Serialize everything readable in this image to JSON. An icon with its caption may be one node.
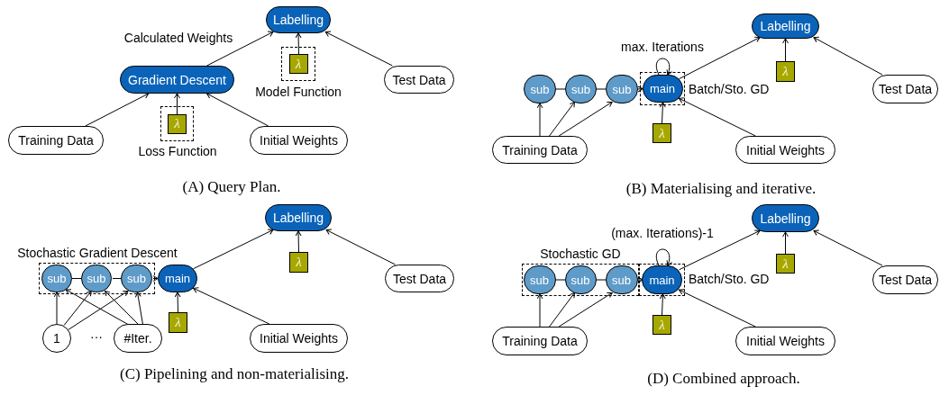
{
  "diagram": {
    "nodes": [
      {
        "text": [
          "Labelling"
        ]
      },
      {
        "text": [],
        "shape": "box",
        "beside": [
          "Model Function"
        ]
      },
      {
        "text": [
          "λ"
        ],
        "in": 1
      },
      {
        "text": [
          "Gradient Descent"
        ]
      },
      {
        "text": [
          "Test Data"
        ]
      },
      {
        "text": [],
        "shape": "box",
        "beside": [
          "Loss Function"
        ]
      },
      {
        "text": [
          "λ"
        ],
        "in": 5
      },
      {
        "text": [
          "Training Data"
        ]
      },
      {
        "text": [
          "Initial Weights"
        ]
      },
      {
        "text": [
          "Labelling"
        ]
      },
      {
        "text": [
          "λ"
        ]
      },
      {
        "text": [
          "sub"
        ]
      },
      {
        "text": [
          "sub"
        ]
      },
      {
        "text": [
          "sub"
        ]
      },
      {
        "text": [],
        "shape": "box",
        "beside": [
          "Batch/Sto. GD"
        ]
      },
      {
        "text": [
          "main"
        ],
        "in": 14
      },
      {
        "text": [
          "Test Data"
        ]
      },
      {
        "text": [
          "λ"
        ]
      },
      {
        "text": [
          "Training Data"
        ]
      },
      {
        "text": [
          "Initial Weights"
        ]
      },
      {
        "text": [
          "Labelling"
        ]
      },
      {
        "text": [
          "λ"
        ]
      },
      {
        "text": [],
        "shape": "box",
        "beside": [
          "Stochastic Gradient Descent"
        ]
      },
      {
        "text": [
          "sub"
        ],
        "in": 22
      },
      {
        "text": [
          "sub"
        ],
        "in": 22
      },
      {
        "text": [
          "sub"
        ],
        "in": 22
      },
      {
        "text": [
          "main"
        ]
      },
      {
        "text": [
          "Test Data"
        ]
      },
      {
        "text": [
          "λ"
        ]
      },
      {
        "text": [
          "1"
        ]
      },
      {
        "text": [
          "#Iter."
        ]
      },
      {
        "text": [
          "Initial Weights"
        ]
      },
      {
        "text": [
          "Labelling"
        ]
      },
      {
        "text": [
          "λ"
        ]
      },
      {
        "text": [],
        "shape": "box",
        "beside": [
          "Stochastic GD"
        ]
      },
      {
        "text": [
          "sub"
        ],
        "in": 34
      },
      {
        "text": [
          "sub"
        ],
        "in": 34
      },
      {
        "text": [
          "sub"
        ],
        "in": 34
      },
      {
        "text": [],
        "shape": "box",
        "beside": [
          "Batch/Sto. GD"
        ]
      },
      {
        "text": [
          "main"
        ],
        "in": 38
      },
      {
        "text": [
          "Test Data"
        ]
      },
      {
        "text": [
          "λ"
        ]
      },
      {
        "text": [
          "Training Data"
        ]
      },
      {
        "text": [
          "Initial Weights"
        ]
      }
    ],
    "edges": [
      {
        "from": 7,
        "to": 3,
        "arrow": "to"
      },
      {
        "from": 6,
        "to": 3,
        "arrow": "to"
      },
      {
        "from": 8,
        "to": 3,
        "arrow": "to"
      },
      {
        "from": 3,
        "to": 0,
        "arrow": "to",
        "label": "Calculated Weights"
      },
      {
        "from": 2,
        "to": 0,
        "arrow": "to"
      },
      {
        "from": 4,
        "to": 0,
        "arrow": "to"
      },
      {
        "from": 11,
        "to": 12,
        "arrow": "none"
      },
      {
        "from": 12,
        "to": 13,
        "arrow": "none"
      },
      {
        "from": 13,
        "to": 15,
        "arrow": "to"
      },
      {
        "from": 18,
        "to": 11,
        "arrow": "to"
      },
      {
        "from": 18,
        "to": 12,
        "arrow": "to"
      },
      {
        "from": 18,
        "to": 13,
        "arrow": "to"
      },
      {
        "from": 15,
        "to": 15,
        "arrow": "to",
        "label": "max. Iterations"
      },
      {
        "from": 17,
        "to": 15,
        "arrow": "to"
      },
      {
        "from": 19,
        "to": 15,
        "arrow": "to"
      },
      {
        "from": 15,
        "to": 9,
        "arrow": "to"
      },
      {
        "from": 10,
        "to": 9,
        "arrow": "to"
      },
      {
        "from": 16,
        "to": 9,
        "arrow": "to"
      },
      {
        "from": 23,
        "to": 24,
        "arrow": "none"
      },
      {
        "from": 24,
        "to": 25,
        "arrow": "none"
      },
      {
        "from": 25,
        "to": 26,
        "arrow": "to"
      },
      {
        "from": 29,
        "to": 23,
        "arrow": "to"
      },
      {
        "from": 29,
        "to": 24,
        "arrow": "to"
      },
      {
        "from": 29,
        "to": 25,
        "arrow": "to"
      },
      {
        "from": 30,
        "to": 23,
        "arrow": "to"
      },
      {
        "from": 30,
        "to": 24,
        "arrow": "to"
      },
      {
        "from": 30,
        "to": 25,
        "arrow": "to"
      },
      {
        "from": 28,
        "to": 26,
        "arrow": "to"
      },
      {
        "from": 31,
        "to": 26,
        "arrow": "to"
      },
      {
        "from": 26,
        "to": 20,
        "arrow": "to"
      },
      {
        "from": 21,
        "to": 20,
        "arrow": "to"
      },
      {
        "from": 27,
        "to": 20,
        "arrow": "to"
      },
      {
        "from": 35,
        "to": 36,
        "arrow": "none"
      },
      {
        "from": 36,
        "to": 37,
        "arrow": "none"
      },
      {
        "from": 37,
        "to": 39,
        "arrow": "to"
      },
      {
        "from": 42,
        "to": 35,
        "arrow": "to"
      },
      {
        "from": 42,
        "to": 36,
        "arrow": "to"
      },
      {
        "from": 42,
        "to": 37,
        "arrow": "to"
      },
      {
        "from": 39,
        "to": 39,
        "arrow": "to",
        "label": "(max. Iterations)-1"
      },
      {
        "from": 41,
        "to": 39,
        "arrow": "to"
      },
      {
        "from": 43,
        "to": 39,
        "arrow": "to"
      },
      {
        "from": 39,
        "to": 32,
        "arrow": "to"
      },
      {
        "from": 33,
        "to": 32,
        "arrow": "to"
      },
      {
        "from": 40,
        "to": 32,
        "arrow": "to"
      }
    ],
    "labels": [
      "(A) Query Plan.",
      "(B) Materialising and iterative.",
      "···",
      "(C) Pipelining and non-materialising.",
      "(D) Combined approach."
    ]
  }
}
